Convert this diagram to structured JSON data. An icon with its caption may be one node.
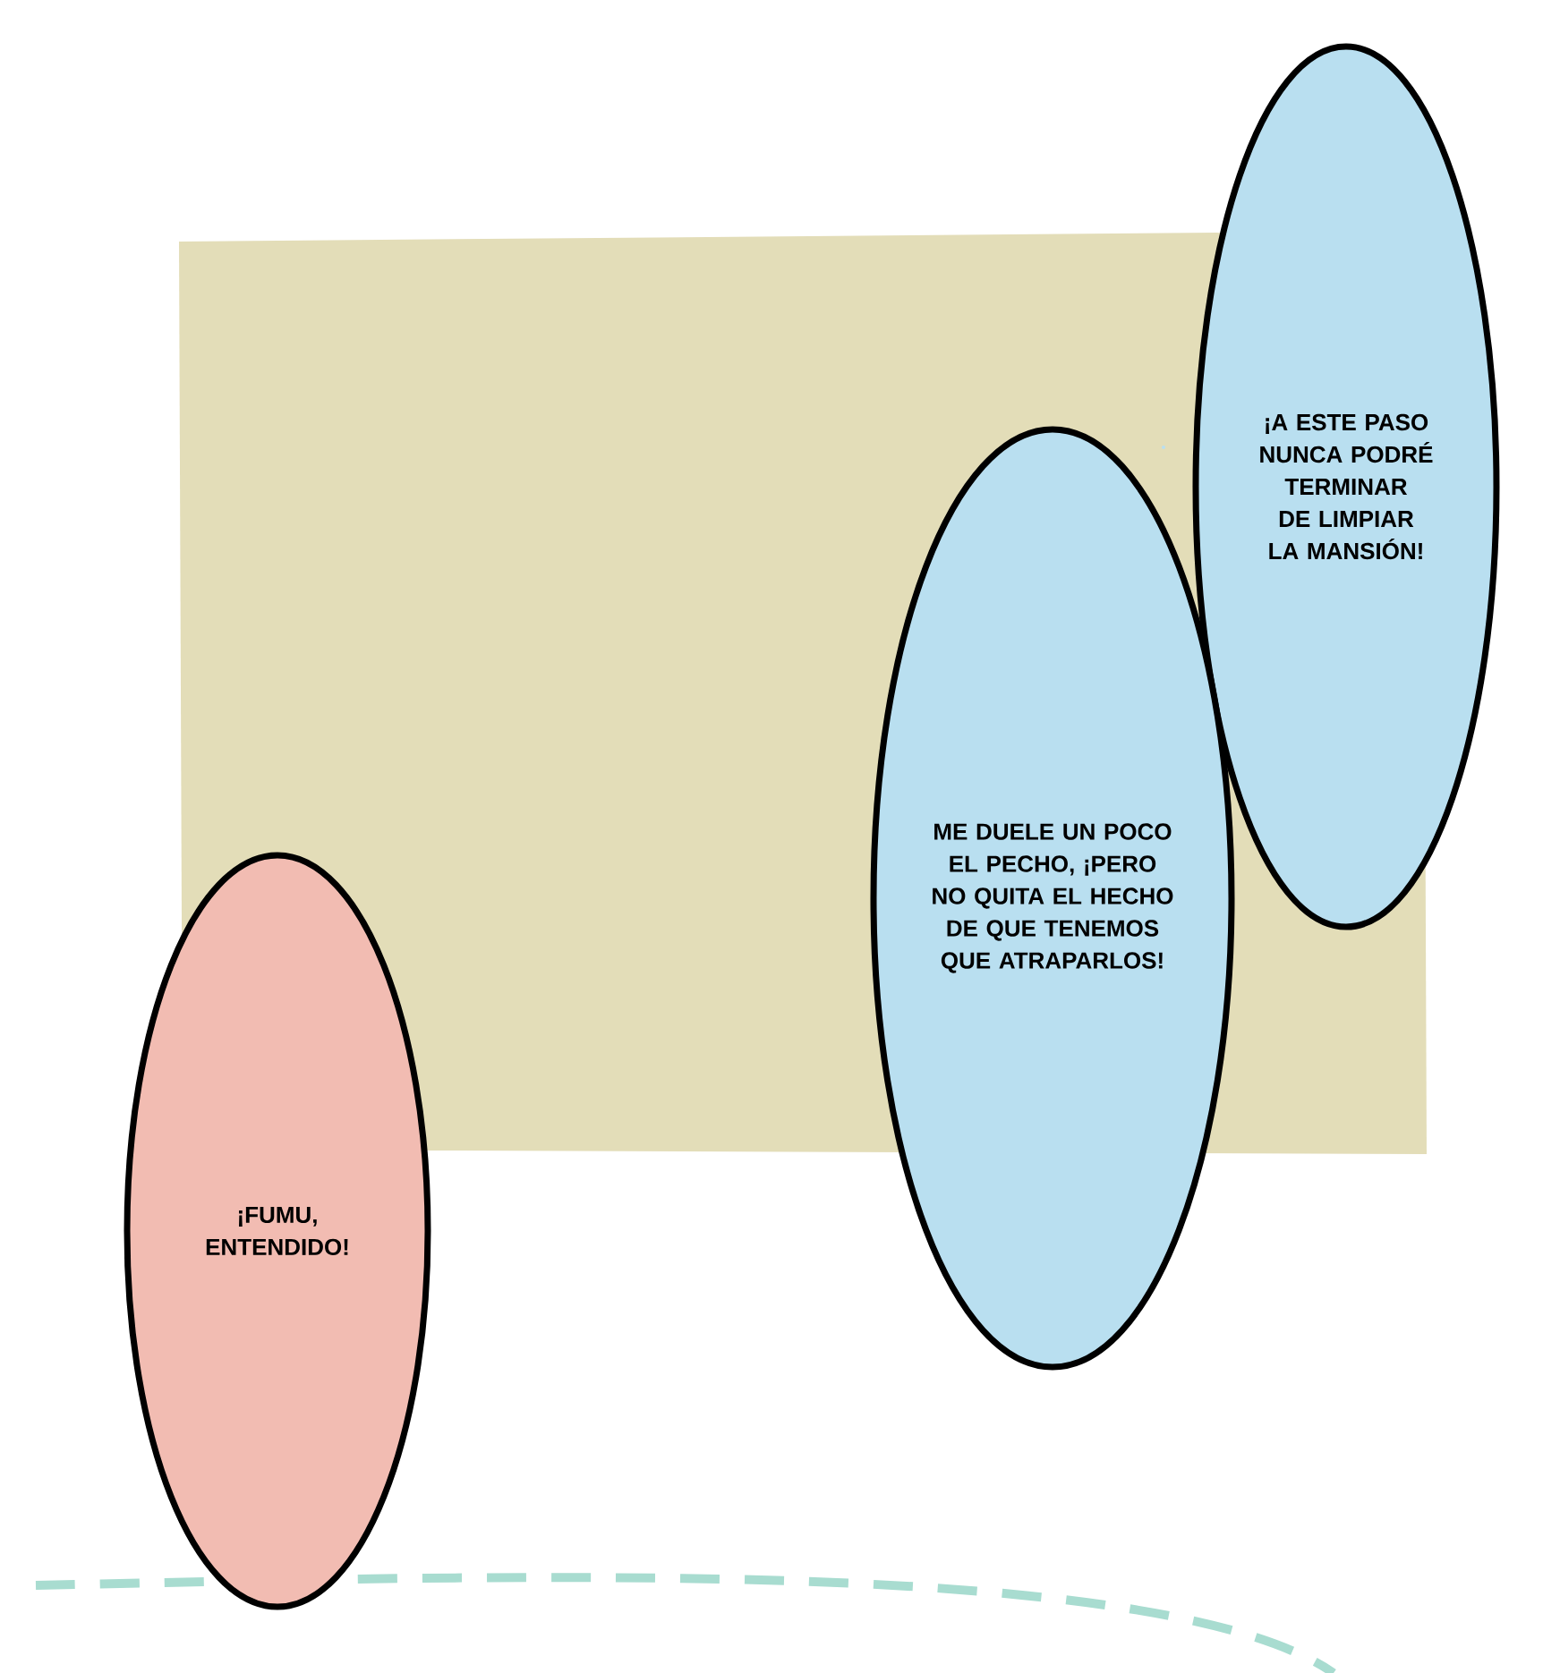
{
  "diagram": {
    "nodes": [
      {
        "text": [
          "¡A ESTE PASO NUNCA PODRÉ TERMINAR DE LIMPIAR LA MANSIÓN!"
        ]
      },
      {
        "text": [
          "ME DUELE UN POCO EL PECHO, ¡PERO NO QUITA EL HECHO DE QUE TENEMOS QUE ATRAPARLOS!"
        ]
      },
      {
        "text": [
          "¡FUMU, ENTENDIDO!"
        ]
      }
    ]
  }
}
